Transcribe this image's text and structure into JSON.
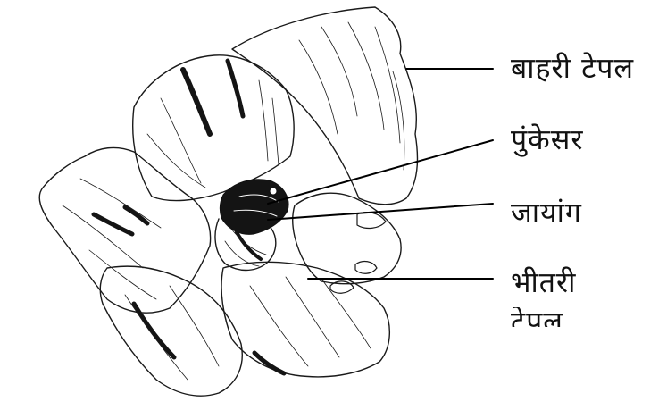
{
  "labels": {
    "outer_tepal": "बाहरी टेपल",
    "stamen": "पुंकेसर",
    "pistil": "जायांग",
    "inner_tepal_line1": "भीतरी",
    "inner_tepal_line2": "टेपल"
  },
  "colors": {
    "ink": "#111111",
    "background": "#ffffff"
  }
}
